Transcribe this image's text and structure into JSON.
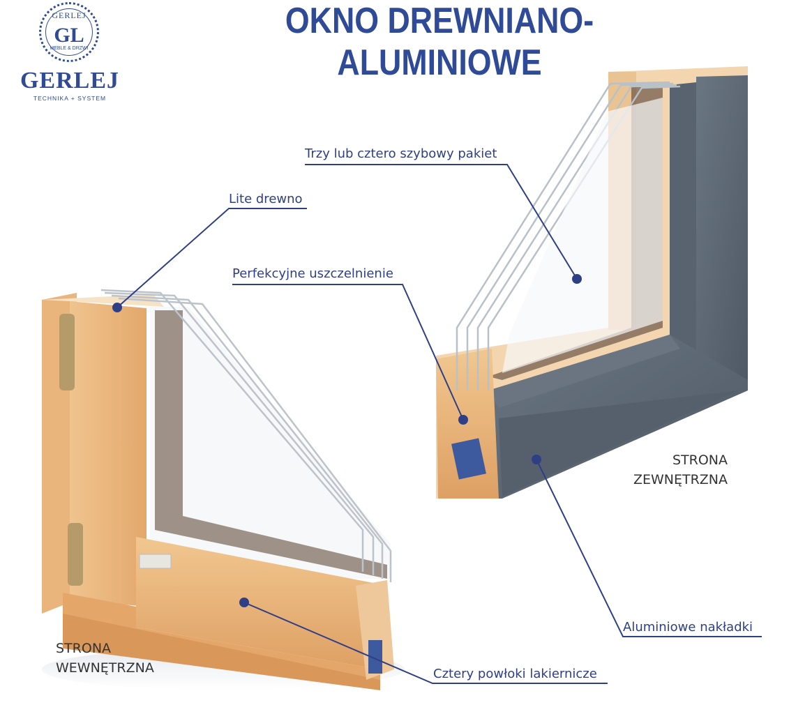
{
  "header": {
    "title": "OKNO DREWNIANO-ALUMINIOWE"
  },
  "logo": {
    "emblem_top_text": "GERLEJ",
    "emblem_letters": "GL",
    "emblem_bottom_text": "MEBLE & DRZWI",
    "brand_name": "GERLEJ",
    "tagline": "TECHNIKA + SYSTEM"
  },
  "callouts": [
    {
      "id": "glass-pane",
      "label": "Trzy lub cztero szybowy pakiet"
    },
    {
      "id": "solid-wood",
      "label": "Lite drewno"
    },
    {
      "id": "seal",
      "label": "Perfekcyjne uszczelnienie"
    },
    {
      "id": "aluminium-cladding",
      "label": "Aluminiowe nakładki"
    },
    {
      "id": "varnish-coats",
      "label": "Cztery powłoki lakiernicze"
    }
  ],
  "sides": {
    "exterior": {
      "line1": "STRONA",
      "line2": "ZEWNĘTRZNA"
    },
    "interior": {
      "line1": "STRONA",
      "line2": "WEWNĘTRZNA"
    }
  },
  "colors": {
    "brand_blue": "#2f4a96",
    "callout_line": "#2f3f86",
    "wood": "#e8b57c",
    "aluminium": "#5b6673"
  }
}
